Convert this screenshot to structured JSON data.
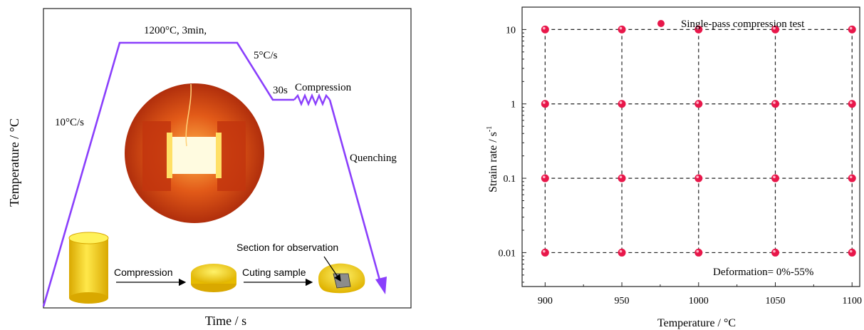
{
  "left_panel": {
    "y_axis_label": "Temperature / °C",
    "x_axis_label": "Time / s",
    "annotations": {
      "hold": "1200°C, 3min,",
      "cool_rate": "5°C/s",
      "dwell": "30s",
      "compression": "Compression",
      "heat_rate": "10°C/s",
      "quench": "Quenching",
      "section": "Section for observation",
      "arrow1_label": "Compression",
      "arrow2_label": "Cuting sample"
    },
    "colors": {
      "profile_line": "#8a3ffc",
      "sample": "#ffd400"
    }
  },
  "chart_data": {
    "type": "scatter",
    "title": "",
    "xlabel": "Temperature / °C",
    "ylabel": "Strain rate / s",
    "ylabel_sup": "-1",
    "x_ticks": [
      900,
      950,
      1000,
      1050,
      1100
    ],
    "y_ticks": [
      "0.01",
      "0.1",
      "1",
      "10"
    ],
    "y_scale": "log",
    "xlim": [
      885,
      1105
    ],
    "ylim": [
      0.0035,
      20
    ],
    "grid": "dashed lines through test points",
    "legend_position": "top-right",
    "series": [
      {
        "name": "Single-pass compression test",
        "color": "#e8174a",
        "points": [
          [
            900,
            0.01
          ],
          [
            950,
            0.01
          ],
          [
            1000,
            0.01
          ],
          [
            1050,
            0.01
          ],
          [
            1100,
            0.01
          ],
          [
            900,
            0.1
          ],
          [
            950,
            0.1
          ],
          [
            1000,
            0.1
          ],
          [
            1050,
            0.1
          ],
          [
            1100,
            0.1
          ],
          [
            900,
            1
          ],
          [
            950,
            1
          ],
          [
            1000,
            1
          ],
          [
            1050,
            1
          ],
          [
            1100,
            1
          ],
          [
            900,
            10
          ],
          [
            950,
            10
          ],
          [
            1000,
            10
          ],
          [
            1050,
            10
          ],
          [
            1100,
            10
          ]
        ]
      }
    ],
    "annotation": "Deformation= 0%-55%"
  }
}
